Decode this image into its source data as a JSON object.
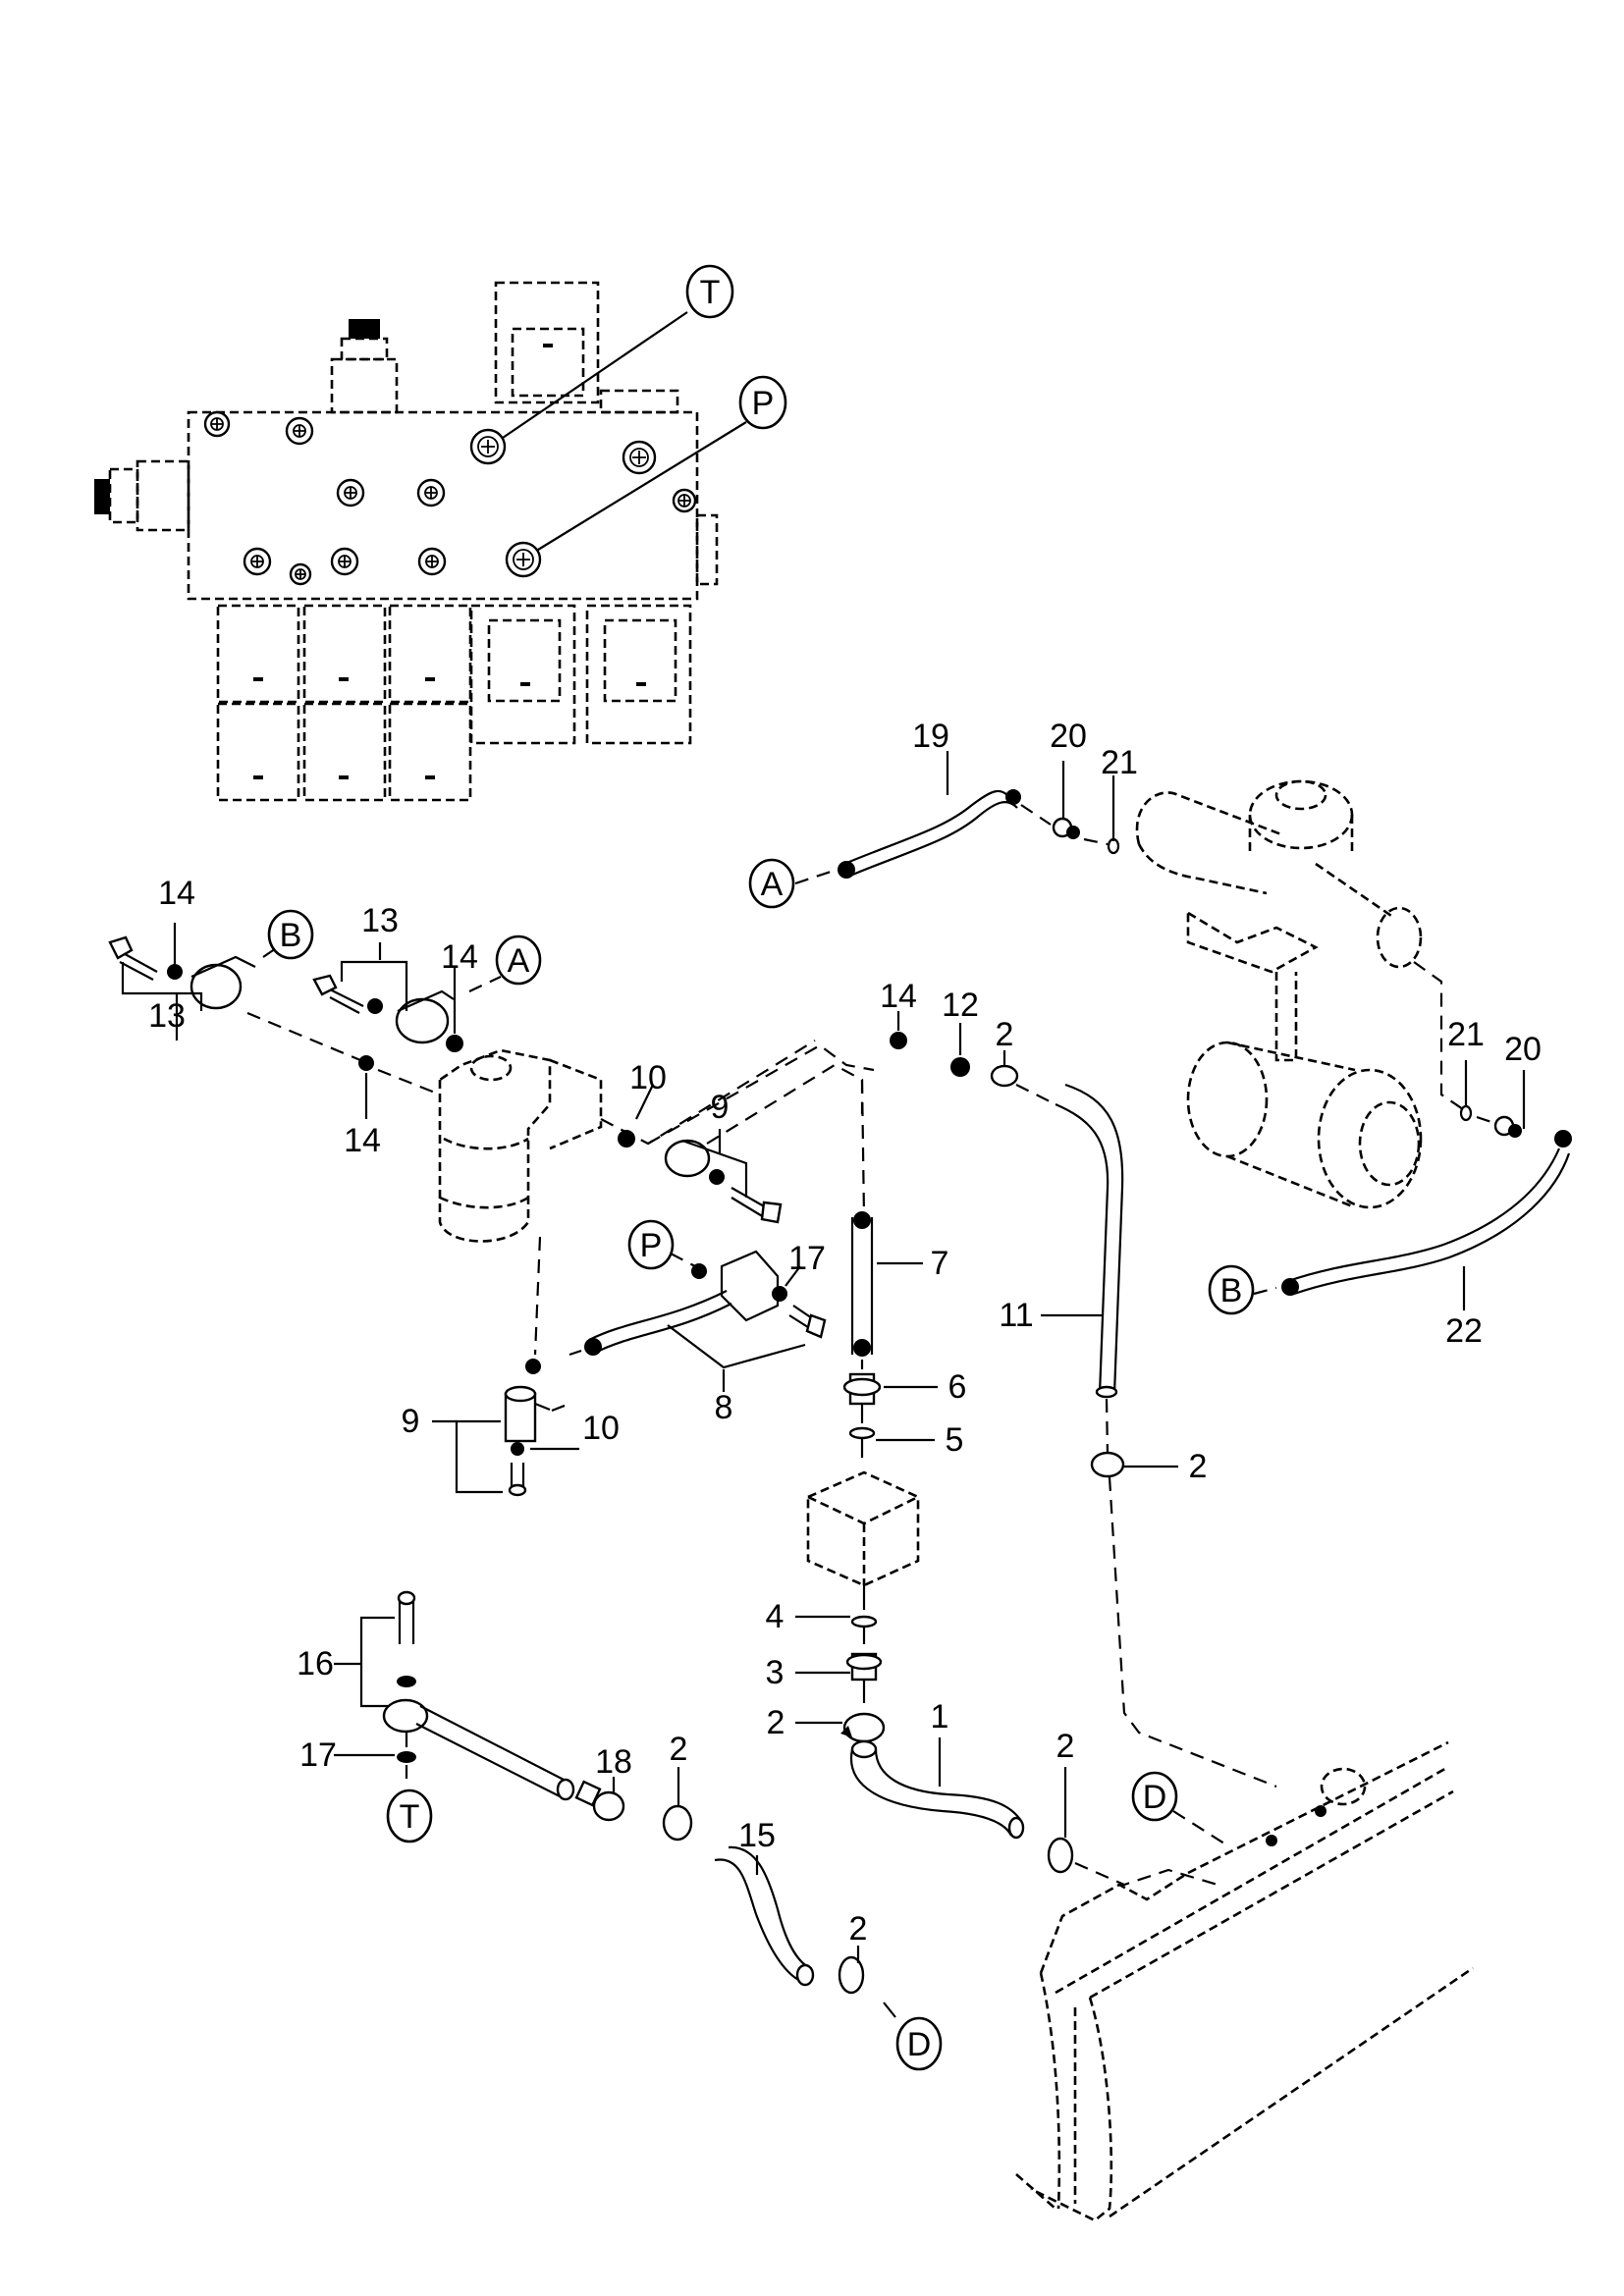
{
  "diagram": {
    "type": "exploded-parts-diagram",
    "subject": "Hydraulic valve block, steering unit, hoses and fittings",
    "reference_markers": [
      "T",
      "P",
      "A",
      "B",
      "D"
    ],
    "callouts": [
      {
        "id": "c-T-top",
        "label": "T",
        "kind": "ref"
      },
      {
        "id": "c-P-top",
        "label": "P",
        "kind": "ref"
      },
      {
        "id": "c-19",
        "label": "19",
        "kind": "part"
      },
      {
        "id": "c-20a",
        "label": "20",
        "kind": "part"
      },
      {
        "id": "c-21a",
        "label": "21",
        "kind": "part"
      },
      {
        "id": "c-A-hose",
        "label": "A",
        "kind": "ref"
      },
      {
        "id": "c-14a",
        "label": "14",
        "kind": "part"
      },
      {
        "id": "c-B-left",
        "label": "B",
        "kind": "ref"
      },
      {
        "id": "c-13a",
        "label": "13",
        "kind": "part"
      },
      {
        "id": "c-14b",
        "label": "14",
        "kind": "part"
      },
      {
        "id": "c-A-left",
        "label": "A",
        "kind": "ref"
      },
      {
        "id": "c-13b",
        "label": "13",
        "kind": "part"
      },
      {
        "id": "c-14c",
        "label": "14",
        "kind": "part"
      },
      {
        "id": "c-10a",
        "label": "10",
        "kind": "part"
      },
      {
        "id": "c-9a",
        "label": "9",
        "kind": "part"
      },
      {
        "id": "c-P-mid",
        "label": "P",
        "kind": "ref"
      },
      {
        "id": "c-17a",
        "label": "17",
        "kind": "part"
      },
      {
        "id": "c-14d",
        "label": "14",
        "kind": "part"
      },
      {
        "id": "c-12",
        "label": "12",
        "kind": "part"
      },
      {
        "id": "c-2a",
        "label": "2",
        "kind": "part"
      },
      {
        "id": "c-7",
        "label": "7",
        "kind": "part"
      },
      {
        "id": "c-11",
        "label": "11",
        "kind": "part"
      },
      {
        "id": "c-6",
        "label": "6",
        "kind": "part"
      },
      {
        "id": "c-5",
        "label": "5",
        "kind": "part"
      },
      {
        "id": "c-2b",
        "label": "2",
        "kind": "part"
      },
      {
        "id": "c-8",
        "label": "8",
        "kind": "part"
      },
      {
        "id": "c-9b",
        "label": "9",
        "kind": "part"
      },
      {
        "id": "c-10b",
        "label": "10",
        "kind": "part"
      },
      {
        "id": "c-21b",
        "label": "21",
        "kind": "part"
      },
      {
        "id": "c-20b",
        "label": "20",
        "kind": "part"
      },
      {
        "id": "c-B-right",
        "label": "B",
        "kind": "ref"
      },
      {
        "id": "c-22",
        "label": "22",
        "kind": "part"
      },
      {
        "id": "c-4",
        "label": "4",
        "kind": "part"
      },
      {
        "id": "c-3",
        "label": "3",
        "kind": "part"
      },
      {
        "id": "c-2c",
        "label": "2",
        "kind": "part"
      },
      {
        "id": "c-1",
        "label": "1",
        "kind": "part"
      },
      {
        "id": "c-2d",
        "label": "2",
        "kind": "part"
      },
      {
        "id": "c-16",
        "label": "16",
        "kind": "part"
      },
      {
        "id": "c-17b",
        "label": "17",
        "kind": "part"
      },
      {
        "id": "c-T-bottom",
        "label": "T",
        "kind": "ref"
      },
      {
        "id": "c-18",
        "label": "18",
        "kind": "part"
      },
      {
        "id": "c-2e",
        "label": "2",
        "kind": "part"
      },
      {
        "id": "c-15",
        "label": "15",
        "kind": "part"
      },
      {
        "id": "c-2f",
        "label": "2",
        "kind": "part"
      },
      {
        "id": "c-D-bottom",
        "label": "D",
        "kind": "ref"
      },
      {
        "id": "c-D-tank",
        "label": "D",
        "kind": "ref"
      }
    ]
  }
}
